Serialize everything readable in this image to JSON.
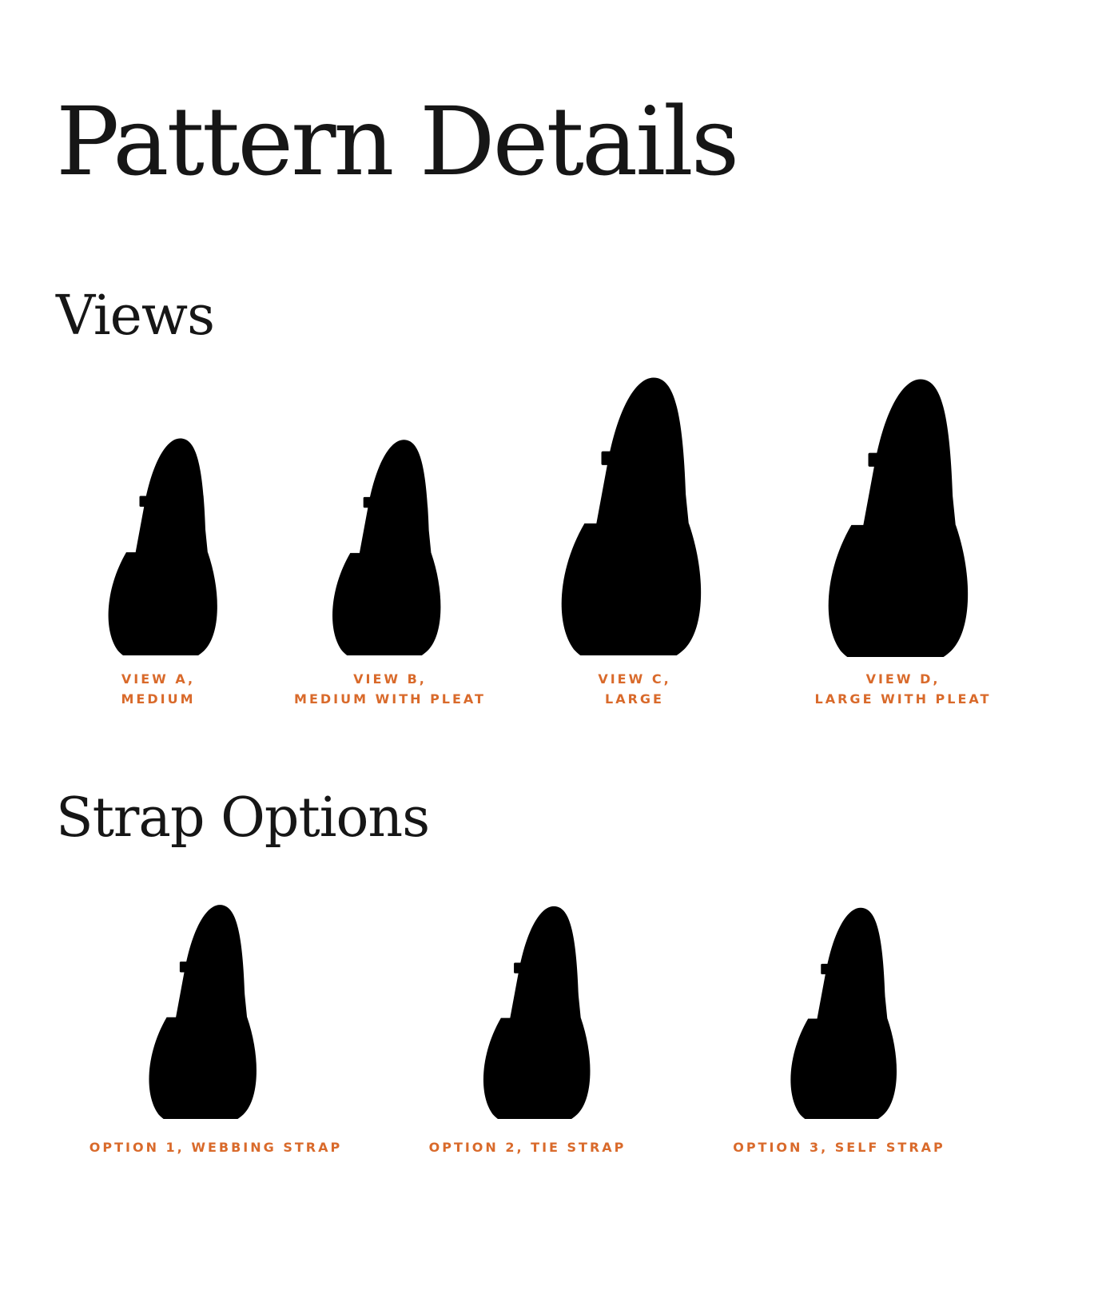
{
  "page": {
    "title": "Pattern Details",
    "views_heading": "Views",
    "strap_heading": "Strap Options"
  },
  "views": [
    {
      "label": "VIEW A,\nMEDIUM"
    },
    {
      "label": "VIEW B,\nMEDIUM WITH PLEAT"
    },
    {
      "label": "VIEW C,\nLARGE"
    },
    {
      "label": "VIEW D,\nLARGE WITH PLEAT"
    }
  ],
  "strap_options": [
    {
      "label": "OPTION 1, WEBBING STRAP"
    },
    {
      "label": "OPTION 2, TIE STRAP"
    },
    {
      "label": "OPTION 3, SELF STRAP"
    }
  ],
  "colors": {
    "text": "#161616",
    "accent": "#d96a2b",
    "line": "#111111",
    "background": "#ffffff"
  }
}
